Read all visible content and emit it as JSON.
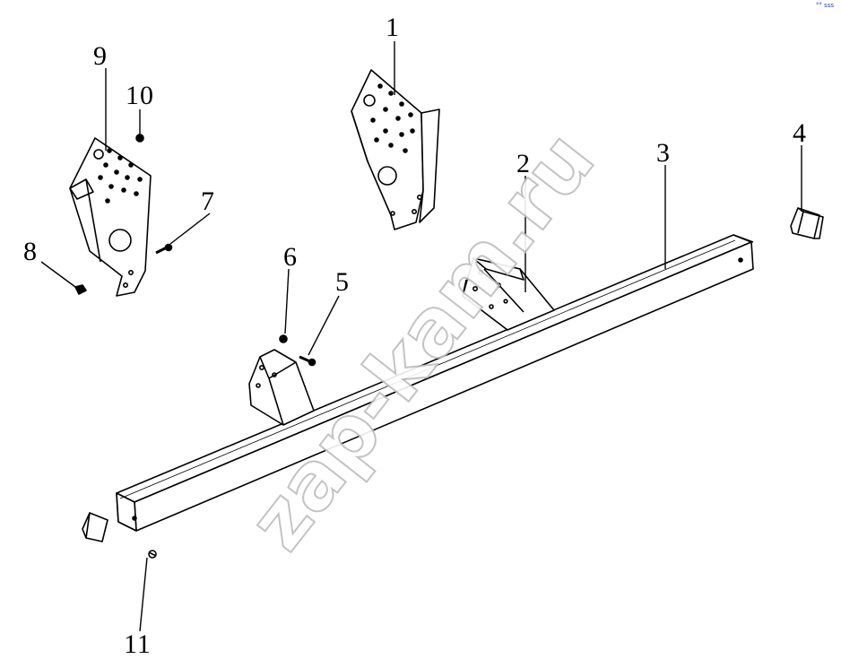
{
  "diagram": {
    "watermark": "zap-kam.ru",
    "corner_mark": "°° sss",
    "callouts": [
      "1",
      "2",
      "3",
      "4",
      "5",
      "6",
      "7",
      "8",
      "9",
      "10",
      "11"
    ]
  }
}
